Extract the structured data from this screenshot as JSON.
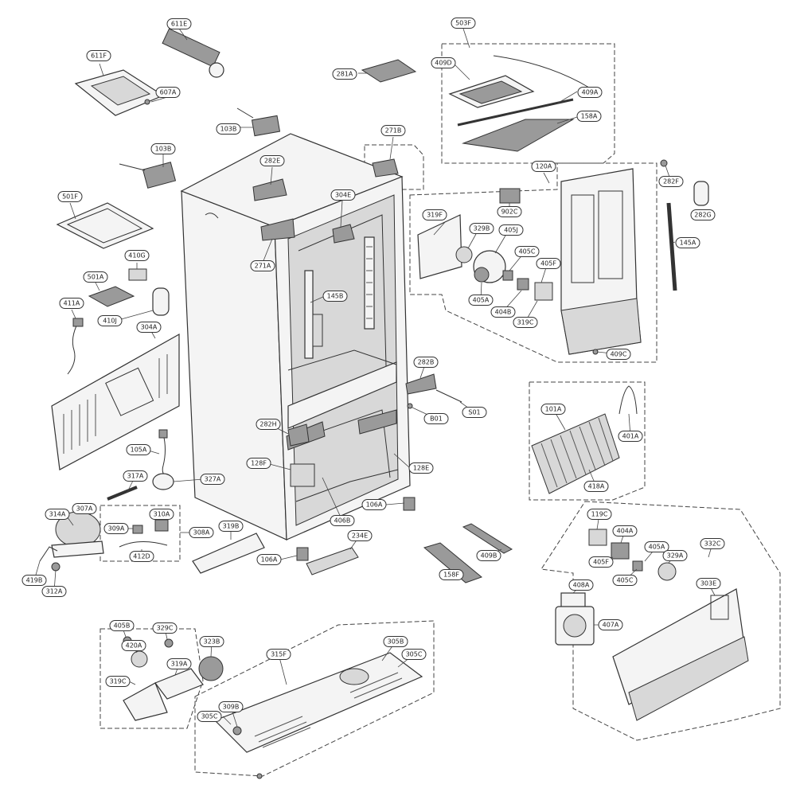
{
  "labels": [
    "611E",
    "611F",
    "607A",
    "103B",
    "281A",
    "503F",
    "409D",
    "409A",
    "158A",
    "271B",
    "282E",
    "103B",
    "120A",
    "282F",
    "282G",
    "501F",
    "304E",
    "319F",
    "329B",
    "405J",
    "902C",
    "410G",
    "501A",
    "411A",
    "410J",
    "271A",
    "405C",
    "405F",
    "145B",
    "145A",
    "405A",
    "404B",
    "319C",
    "409C",
    "304A",
    "282B",
    "S01",
    "B01",
    "101A",
    "401A",
    "418A",
    "105A",
    "282H",
    "128F",
    "128E",
    "317A",
    "327A",
    "314A",
    "307A",
    "310A",
    "309A",
    "308A",
    "412D",
    "319B",
    "106A",
    "406B",
    "234E",
    "106A",
    "409B",
    "158F",
    "419B",
    "312A",
    "119C",
    "404A",
    "405A",
    "329A",
    "332C",
    "405F",
    "405C",
    "303E",
    "408A",
    "407A",
    "405B",
    "329C",
    "420A",
    "323B",
    "319A",
    "319C",
    "315F",
    "305B",
    "305C",
    "305C",
    "309B"
  ],
  "colors": {
    "line": "#333333",
    "fill": "#f4f4f4",
    "dark": "#9a9a9a",
    "paper": "#ffffff"
  }
}
